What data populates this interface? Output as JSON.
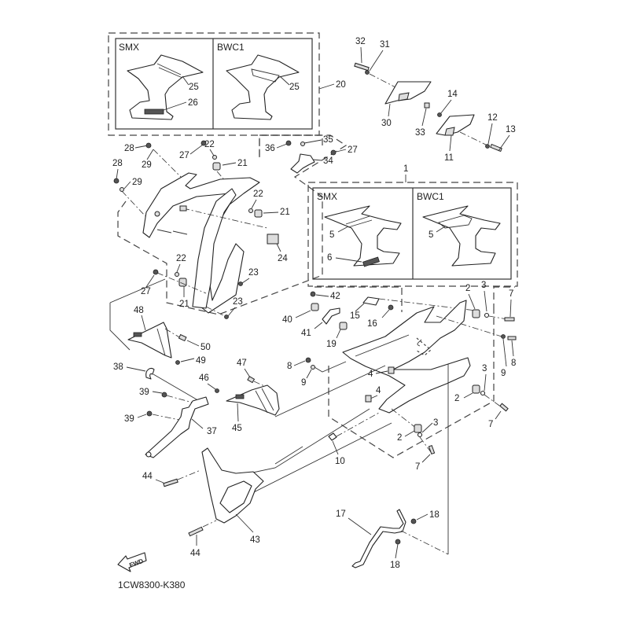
{
  "diagram": {
    "code": "1CW8300-K380",
    "fwd_label": "FWD",
    "variant_boxes": [
      {
        "assembly_callout": "20",
        "variants": [
          {
            "name": "SMX",
            "callouts": [
              "25",
              "26"
            ]
          },
          {
            "name": "BWC1",
            "callouts": [
              "25"
            ]
          }
        ]
      },
      {
        "assembly_callout": "1",
        "variants": [
          {
            "name": "SMX",
            "callouts": [
              "5",
              "6"
            ]
          },
          {
            "name": "BWC1",
            "callouts": [
              "5"
            ]
          }
        ]
      }
    ],
    "callouts": {
      "c32": "32",
      "c31": "31",
      "c30": "30",
      "c33": "33",
      "c14": "14",
      "c12": "12",
      "c13": "13",
      "c11": "11",
      "c20": "20",
      "c25a": "25",
      "c26": "26",
      "c25b": "25",
      "c28a": "28",
      "c29a": "29",
      "c28b": "28",
      "c29b": "29",
      "c27a": "27",
      "c22a": "22",
      "c21a": "21",
      "c36": "36",
      "c35": "35",
      "c34": "34",
      "c27b": "27",
      "c22b": "22",
      "c21b": "21",
      "c24": "24",
      "c22c": "22",
      "c21c": "21",
      "c27c": "27",
      "c23a": "23",
      "c23b": "23",
      "c1": "1",
      "c5a": "5",
      "c6": "6",
      "c5b": "5",
      "c42": "42",
      "c40": "40",
      "c41": "41",
      "c15": "15",
      "c16": "16",
      "c19": "19",
      "c2a": "2",
      "c3a": "3",
      "c7a": "7",
      "c8a": "8",
      "c9a": "9",
      "c8b": "8",
      "c9b": "9",
      "c4a": "4",
      "c4b": "4",
      "c3b": "3",
      "c2b": "2",
      "c7b": "7",
      "c2c": "2",
      "c3c": "3",
      "c7c": "7",
      "c10": "10",
      "c48": "48",
      "c50": "50",
      "c49": "49",
      "c38": "38",
      "c39a": "39",
      "c39b": "39",
      "c37": "37",
      "c46": "46",
      "c47": "47",
      "c45": "45",
      "c44a": "44",
      "c43": "43",
      "c44b": "44",
      "c17": "17",
      "c18a": "18",
      "c18b": "18"
    }
  }
}
